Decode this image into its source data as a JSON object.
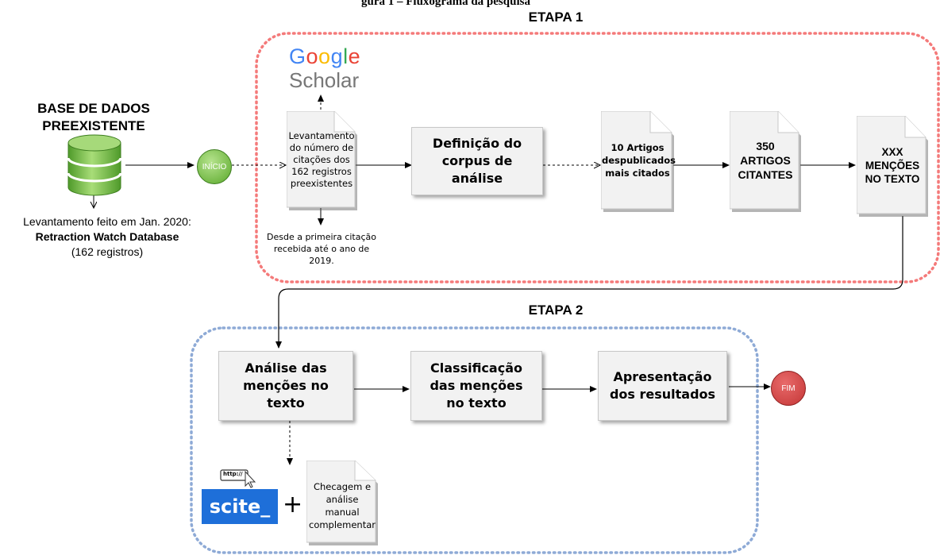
{
  "caption_fragment": "gura 1 – Fluxograma da pesquisa",
  "etapa1_title": "ETAPA 1",
  "etapa2_title": "ETAPA 2",
  "database": {
    "title_line1": "BASE DE DADOS",
    "title_line2": "PREEXISTENTE",
    "note_line1": "Levantamento feito em Jan. 2020:",
    "note_line2": "Retraction Watch Database",
    "note_line3": "(162 registros)"
  },
  "start_label": "INÍCIO",
  "end_label": "FIM",
  "google_scholar": {
    "google": "Google",
    "scholar": "Scholar"
  },
  "etapa1_steps": {
    "levantamento": "Levantamento do número de citações dos 162 registros preexistentes",
    "levantamento_note": "Desde a primeira citação recebida até o ano de 2019.",
    "definicao": "Definição do corpus de análise",
    "artigos": "10 Artigos despublicados mais citados",
    "citantes": "350 ARTIGOS CITANTES",
    "mencoes": "XXX MENÇÕES NO TEXTO"
  },
  "etapa2_steps": {
    "analise": "Análise das menções no texto",
    "classificacao": "Classificação das menções no texto",
    "apresentacao": "Apresentação dos resultados",
    "checagem": "Checagem e análise manual complementar"
  },
  "scite": {
    "logo": "scite_",
    "url_icon": "http://",
    "plus": "+"
  },
  "colors": {
    "etapa1_border": "#f47a7a",
    "etapa2_border": "#8eaad6",
    "start_green": "#6fbf3a",
    "end_red": "#d64545",
    "db_green": "#7bc14a",
    "scite_blue": "#1e6fd9"
  }
}
